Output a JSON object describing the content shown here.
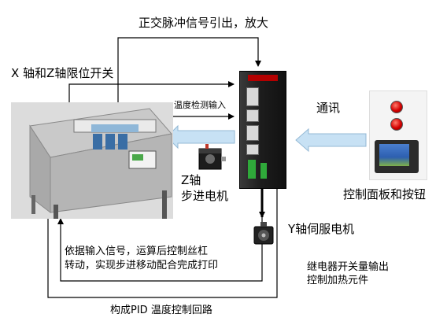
{
  "labels": {
    "pulse_out": "正交脉冲信号引出，放大",
    "xz_limit": "X 轴和Z轴限位开关",
    "temp_input": "温度检测输入",
    "comm": "通讯",
    "z_motor_line1": "Z轴",
    "z_motor_line2": "步进电机",
    "panel_buttons": "控制面板和按钮",
    "y_servo": "Y轴伺服电机",
    "process_line1": "依据输入信号，运算后控制丝杠",
    "process_line2": "转动，实现步进移动配合完成打印",
    "relay_line1": "继电器开关量输出",
    "relay_line2": "控制加热元件",
    "pid_loop": "构成PID 温度控制回路"
  },
  "colors": {
    "arrow_block": "#c7e1f4",
    "arrow_block_edge": "#93b8d4",
    "driver_body": "#1d1d1d",
    "accent_red": "#b30000",
    "line": "#000000"
  }
}
